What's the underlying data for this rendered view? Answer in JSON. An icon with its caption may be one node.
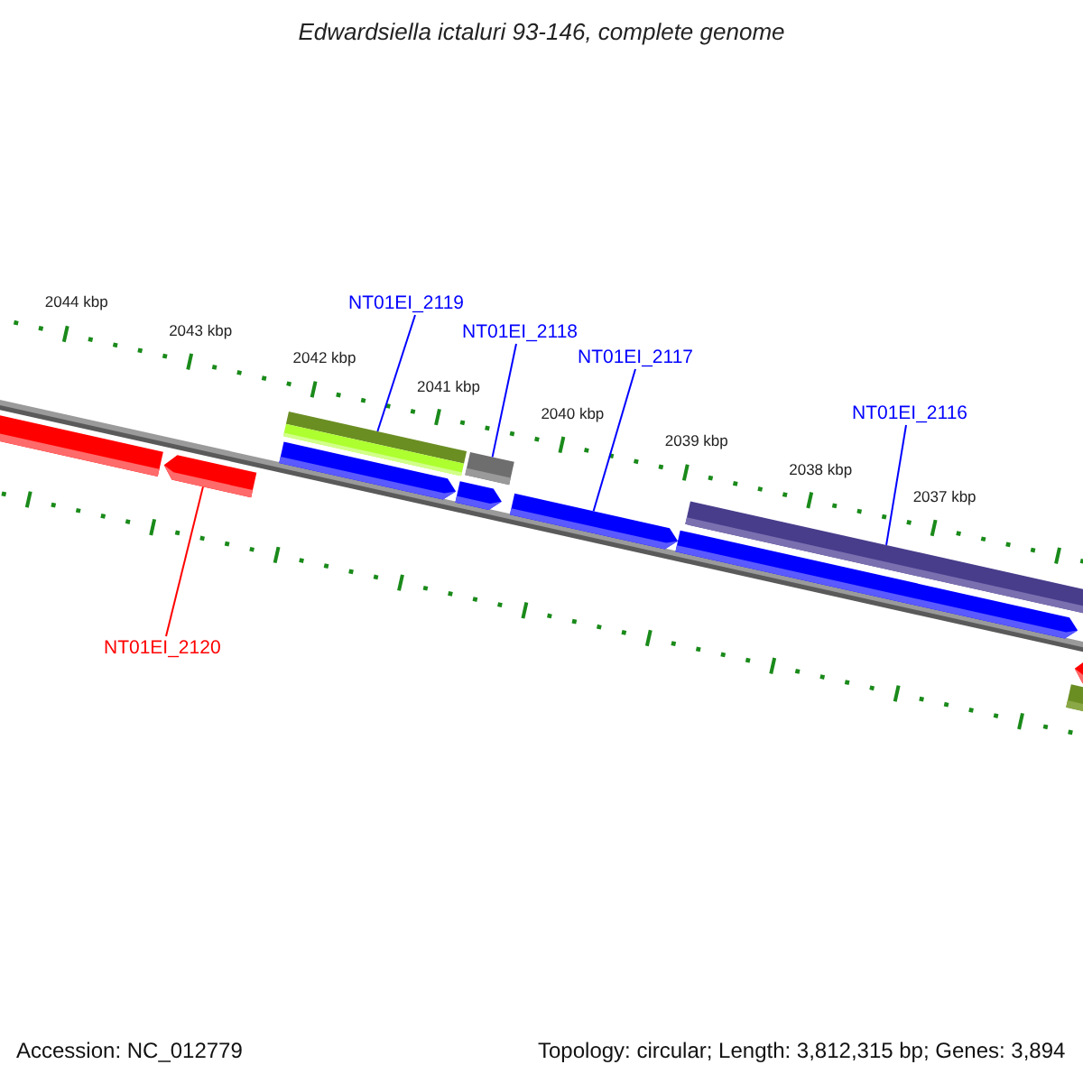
{
  "diagram": {
    "title": "Edwardsiella ictaluri 93-146, complete genome",
    "nodes": [
      {
        "text": [
          "NT01EI_2119"
        ]
      },
      {
        "text": [
          "NT01EI_2118"
        ]
      },
      {
        "text": [
          "NT01EI_2117"
        ]
      },
      {
        "text": [
          "NT01EI_2116"
        ]
      },
      {
        "text": [
          "NT01EI_2120"
        ]
      },
      {
        "text": [],
        "shape": "bar"
      },
      {
        "text": [],
        "shape": "bar"
      },
      {
        "text": [],
        "shape": "bar"
      },
      {
        "text": [],
        "shape": "bar"
      },
      {
        "text": [],
        "shape": "bar"
      }
    ],
    "edges": [
      {
        "from": 0,
        "to": 6,
        "arrow": "none"
      },
      {
        "from": 1,
        "to": 7,
        "arrow": "none"
      },
      {
        "from": 2,
        "to": 8,
        "arrow": "none"
      },
      {
        "from": 3,
        "to": 9,
        "arrow": "none"
      },
      {
        "from": 4,
        "to": 5,
        "arrow": "none",
        "color": "#ff0000"
      }
    ],
    "labels": [
      "2044 kbp",
      "2043 kbp",
      "2042 kbp",
      "2041 kbp",
      "2040 kbp",
      "2039 kbp",
      "2038 kbp",
      "2037 kbp",
      "Accession: NC_012779",
      "Topology: circular; Length: 3,812,315 bp; Genes: 3,894"
    ]
  }
}
